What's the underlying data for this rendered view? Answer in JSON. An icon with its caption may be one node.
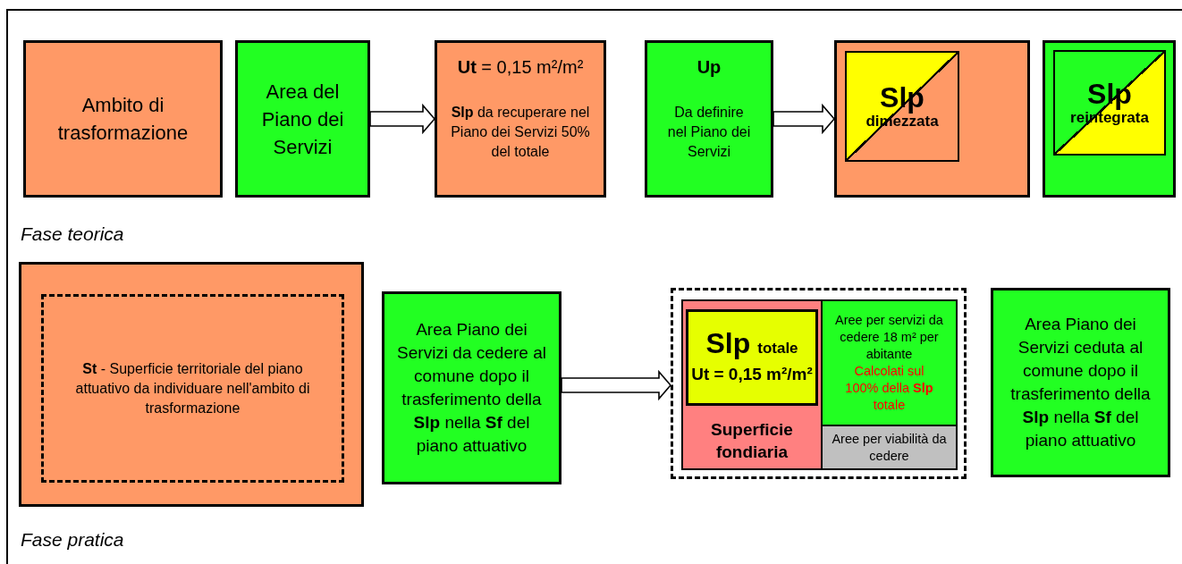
{
  "diagram": {
    "nodes": [
      {
        "text": [
          "Ambito di trasformazione"
        ]
      },
      {
        "text": [
          "Area del Piano dei Servizi"
        ]
      },
      {
        "text": [
          "**Ut** = 0,15 m²/m²",
          "**Slp** da recuperare nel Piano dei Servizi 50% del totale"
        ]
      },
      {
        "text": [
          "Up",
          "Da definire nel Piano dei Servizi"
        ]
      },
      {
        "text": [],
        "shape": "box"
      },
      {
        "text": [
          "Slp",
          "dimezzata"
        ],
        "in": 4
      },
      {
        "text": [],
        "shape": "box"
      },
      {
        "text": [
          "Slp",
          "reintegrata"
        ],
        "in": 6
      },
      {
        "text": [],
        "shape": "box"
      },
      {
        "text": [
          "**St** - Superficie territoriale del piano attuativo da individuare nell'ambito di trasformazione"
        ],
        "in": 8
      },
      {
        "text": [
          "Area Piano dei Servizi da cedere al comune dopo il trasferimento della **Slp** nella **Sf** del piano attuativo"
        ]
      },
      {
        "text": [],
        "shape": "box"
      },
      {
        "text": [
          "Superficie fondiaria"
        ],
        "in": 11
      },
      {
        "text": [
          "Slp",
          "totale",
          "Ut = 0,15 m²/m²"
        ],
        "in": 12
      },
      {
        "text": [
          "Aree per servizi da cedere 18 m² per abitante",
          "Calcolati sul 100% della **Slp** totale"
        ],
        "in": 11
      },
      {
        "text": [
          "Aree per viabilità da cedere"
        ],
        "in": 11
      },
      {
        "text": [
          "Area Piano dei Servizi ceduta al comune dopo il trasferimento della **Slp** nella **Sf** del piano attuativo"
        ]
      }
    ],
    "edges": [
      {
        "from": 1,
        "to": 2,
        "arrow": "to"
      },
      {
        "from": 3,
        "to": 4,
        "arrow": "to"
      },
      {
        "from": 10,
        "to": 11,
        "arrow": "to"
      }
    ],
    "labels": [
      "Fase teorica",
      "Fase pratica"
    ]
  }
}
